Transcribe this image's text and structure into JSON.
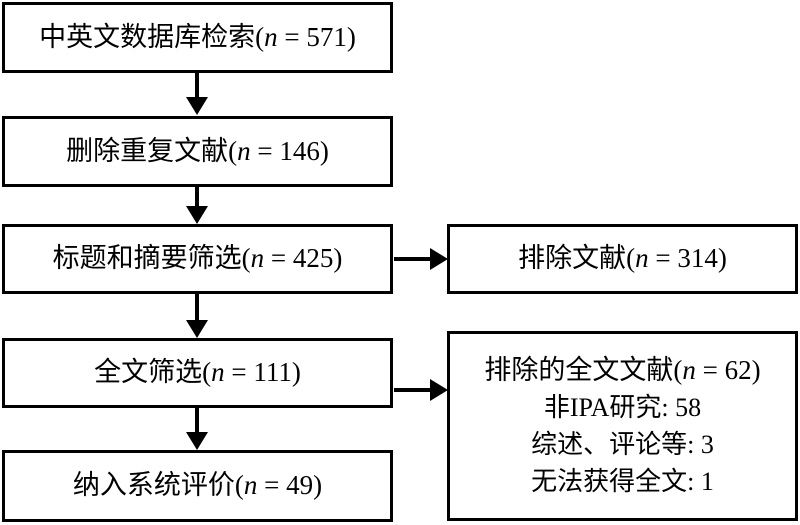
{
  "figure": {
    "type": "prisma-flow-diagram",
    "language": "zh-CN",
    "background_color": "#ffffff",
    "line_color": "#000000"
  },
  "nodes": {
    "search": {
      "label": "中英文数据库检索(",
      "n_symbol": "n",
      "n_value": " = 571)",
      "count": 571
    },
    "dedup": {
      "label": "删除重复文献(",
      "n_symbol": "n",
      "n_value": " = 146)",
      "count": 146
    },
    "title_abstract": {
      "label": "标题和摘要筛选(",
      "n_symbol": "n",
      "n_value": " = 425)",
      "count": 425
    },
    "excluded_title_abstract": {
      "label": "排除文献(",
      "n_symbol": "n",
      "n_value": " = 314)",
      "count": 314
    },
    "fulltext": {
      "label": "全文筛选(",
      "n_symbol": "n",
      "n_value": " = 111)",
      "count": 111
    },
    "excluded_fulltext": {
      "header_label": "排除的全文文献(",
      "header_n_symbol": "n",
      "header_n_value": " = 62)",
      "header_count": 62,
      "reasons": [
        {
          "text": "非IPA研究: 58",
          "count": 58
        },
        {
          "text": "综述、评论等: 3",
          "count": 3
        },
        {
          "text": "无法获得全文: 1",
          "count": 1
        }
      ]
    },
    "included": {
      "label": "纳入系统评价(",
      "n_symbol": "n",
      "n_value": " = 49)",
      "count": 49
    }
  },
  "connectors": [
    {
      "id": "search-to-dedup",
      "direction": "down"
    },
    {
      "id": "dedup-to-title-abstract",
      "direction": "down"
    },
    {
      "id": "title-abstract-to-fulltext",
      "direction": "down"
    },
    {
      "id": "fulltext-to-included",
      "direction": "down"
    },
    {
      "id": "title-abstract-to-excluded",
      "direction": "right"
    },
    {
      "id": "fulltext-to-excluded-fulltext",
      "direction": "right"
    }
  ]
}
